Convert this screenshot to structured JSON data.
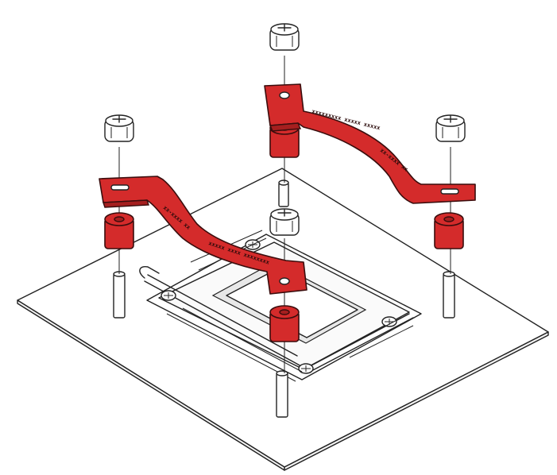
{
  "bracket_text": {
    "right_upper": "xxxxxxxxx xxxxx xxxxx",
    "right_lower": "xx-xxxx xx",
    "left_upper": "xx-xxxx xx",
    "left_lower": "xxxxx xxxx xxxxxxxx"
  },
  "colors": {
    "bracket": "#d42b2b",
    "spacer": "#d42b2b",
    "outline": "#222222",
    "board": "#ffffff"
  },
  "icons": [
    "thumb-screw-icon",
    "mounting-bracket",
    "spacer",
    "standoff",
    "cpu-socket"
  ]
}
